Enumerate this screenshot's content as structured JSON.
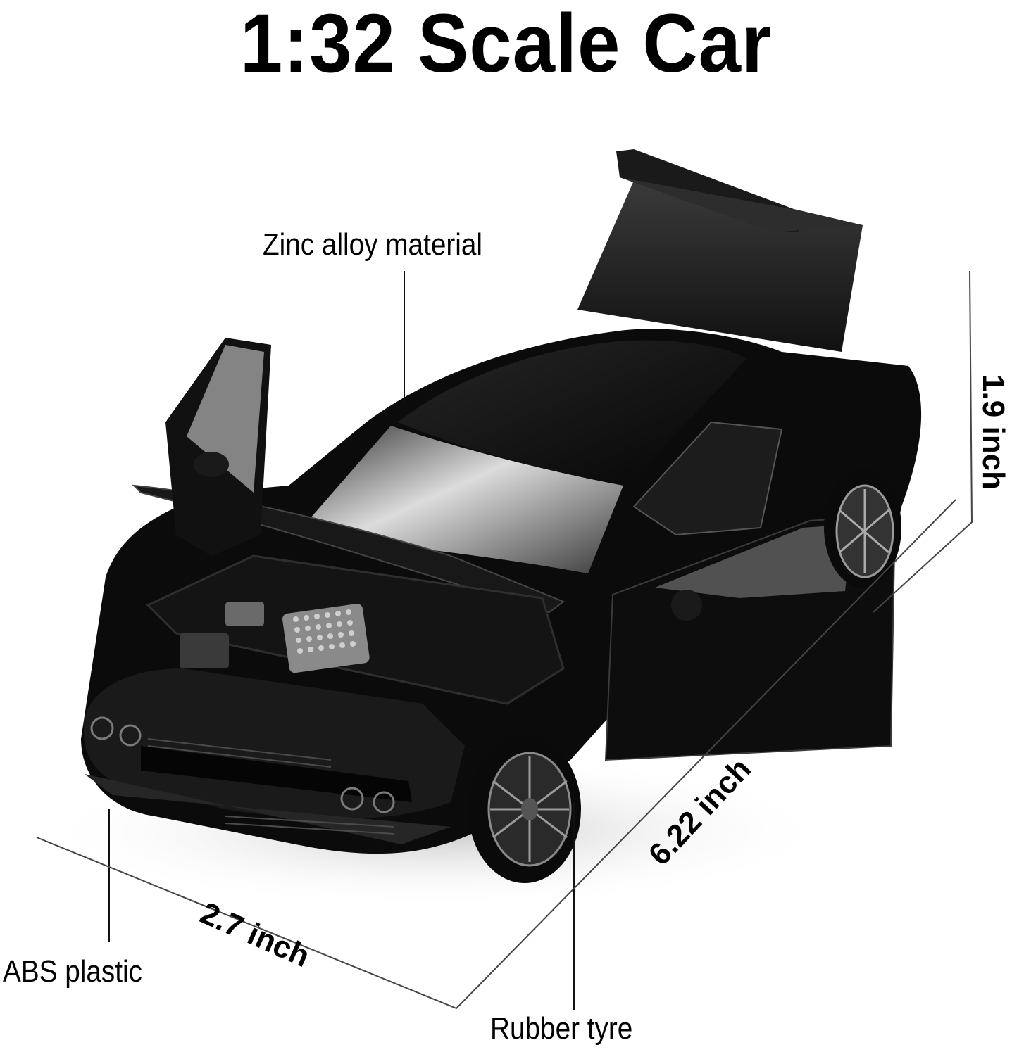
{
  "title": "1:32 Scale Car",
  "callouts": {
    "zinc": "Zinc alloy material",
    "abs": "ABS plastic",
    "rubber": "Rubber tyre"
  },
  "dimensions": {
    "height": "1.9 inch",
    "length": "6.22 inch",
    "width": "2.7 inch"
  },
  "colors": {
    "background": "#ffffff",
    "car_body": "#0b0b0b",
    "text": "#000000",
    "line": "#333333"
  }
}
